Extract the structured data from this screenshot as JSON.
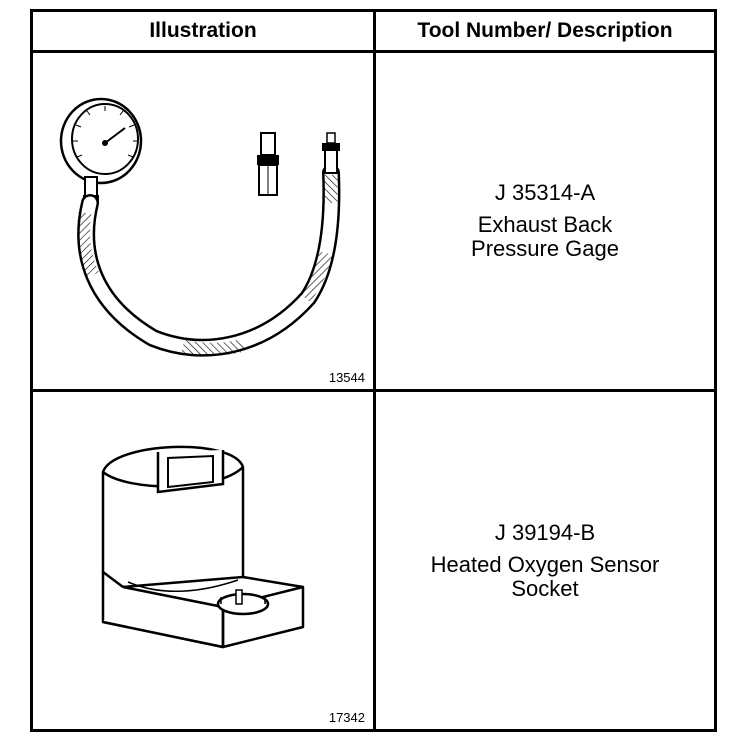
{
  "table": {
    "headers": {
      "illustration": "Illustration",
      "tool": "Tool Number/ Description"
    },
    "rows": [
      {
        "figure_number": "13544",
        "tool_number": "J 35314-A",
        "description_line1": "Exhaust Back",
        "description_line2": "Pressure Gage",
        "illustration_icon": "pressure-gage-icon"
      },
      {
        "figure_number": "17342",
        "tool_number": "J 39194-B",
        "description_line1": "Heated Oxygen Sensor",
        "description_line2": "Socket",
        "illustration_icon": "oxygen-sensor-socket-icon"
      }
    ]
  }
}
